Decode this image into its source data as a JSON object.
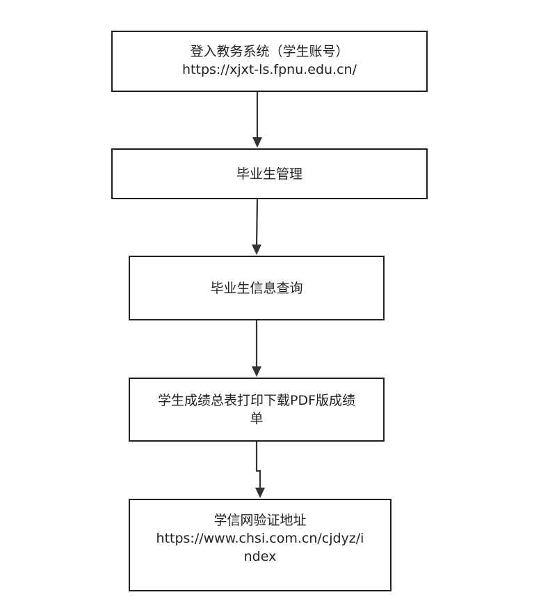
{
  "diagram": {
    "nodes": [
      {
        "id": "login",
        "lines": [
          "登入教务系统（学生账号）",
          "https://xjxt-ls.fpnu.edu.cn/"
        ]
      },
      {
        "id": "graduate-management",
        "lines": [
          "毕业生管理"
        ]
      },
      {
        "id": "graduate-info-query",
        "lines": [
          "毕业生信息查询"
        ]
      },
      {
        "id": "transcript-print",
        "lines": [
          "学生成绩总表打印下载PDF版成绩",
          "单"
        ]
      },
      {
        "id": "chsi-verify",
        "lines": [
          "学信网验证地址",
          "https://www.chsi.com.cn/cjdyz/i",
          "ndex"
        ]
      }
    ],
    "edges": [
      {
        "from": "login",
        "to": "graduate-management"
      },
      {
        "from": "graduate-management",
        "to": "graduate-info-query"
      },
      {
        "from": "graduate-info-query",
        "to": "transcript-print"
      },
      {
        "from": "transcript-print",
        "to": "chsi-verify"
      }
    ],
    "colors": {
      "stroke": "#1f1f1f",
      "text": "#222222",
      "background": "#ffffff"
    }
  }
}
